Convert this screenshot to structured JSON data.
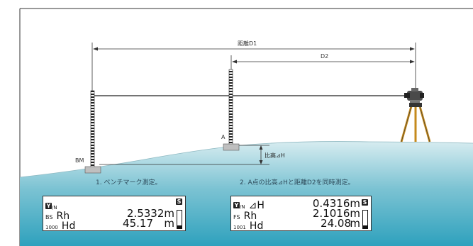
{
  "dimensions": {
    "distance_d1": "距離D1",
    "distance_d2": "D2",
    "height_diff": "比高⊿H"
  },
  "points": {
    "bm": "BM",
    "a": "A"
  },
  "steps": {
    "step1": "1. ベンチマーク測定。",
    "step2": "2. A点の比高⊿Hと距離D2を同時測定。"
  },
  "display1": {
    "mode": "Y",
    "mode_suffix": "/N",
    "status": "S",
    "row1_tag": "BS",
    "row1_label": "Rh",
    "row1_value": "2.5332m",
    "row2_tag": "1000",
    "row2_label": "Hd",
    "row2_value": "45.17",
    "row2_unit": "m",
    "battery_level": 0.15
  },
  "display2": {
    "mode": "Y",
    "mode_suffix": "/N",
    "status": "S",
    "row0_label": "⊿H",
    "row0_value": "0.4316m",
    "row1_tag": "FS",
    "row1_label": "Rh",
    "row1_value": "2.1016m",
    "row2_tag": "1001",
    "row2_label": "Hd",
    "row2_value": "24.08",
    "row2_unit": "m",
    "battery_level": 0.15
  },
  "colors": {
    "ground_top": "#cfe7ec",
    "ground_bottom": "#3aa9c2",
    "line": "#222222",
    "tripod": "#c58a1c"
  }
}
